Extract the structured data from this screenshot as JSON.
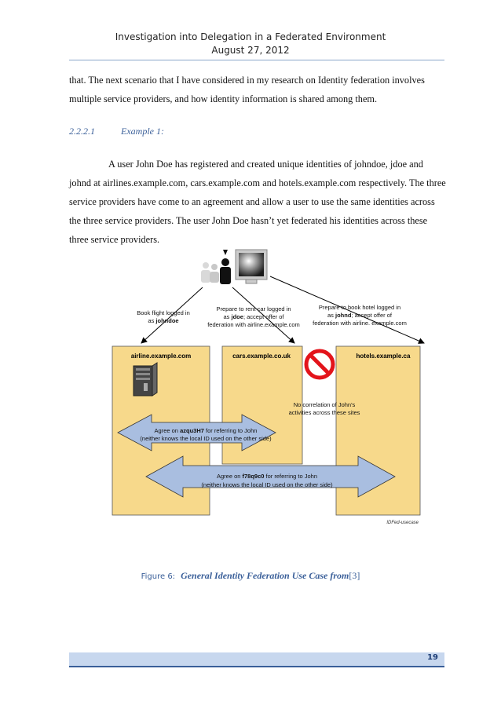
{
  "header": {
    "title": "Investigation into Delegation in a Federated Environment",
    "date": "August 27, 2012"
  },
  "body": {
    "intro": "that. The next scenario that I have considered in my research on Identity federation involves multiple service providers, and how identity information is shared among them.",
    "section_number": "2.2.2.1",
    "section_title": "Example 1:",
    "paragraph": "A user John Doe has registered and created unique identities of johndoe, jdoe and johnd at airlines.example.com, cars.example.com and hotels.example.com respectively. The three service providers have come to an agreement and allow a user to use the same identities across the three service providers. The user John Doe hasn’t yet federated his identities across these three service providers."
  },
  "diagram": {
    "note_airline_1": "Book flight logged in",
    "note_airline_2_pre": "as ",
    "note_airline_2_bold": "johndoe",
    "note_cars_1": "Prepare to rent car logged in",
    "note_cars_2_pre": "as ",
    "note_cars_2_bold": "jdoe",
    "note_cars_2_post": "; accept offer of",
    "note_cars_3": "federation with airline.example.com",
    "note_hotels_1": "Prepare to book hotel logged in",
    "note_hotels_2_pre": "as ",
    "note_hotels_2_bold": "johnd",
    "note_hotels_2_post": "; accept offer of",
    "note_hotels_3": "federation with airline. example.com",
    "box_airline": "airline.example.com",
    "box_cars": "cars.example.co.uk",
    "box_hotels": "hotels.example.ca",
    "no_corr_1": "No correlation of John's",
    "no_corr_2": "activities across these sites",
    "arrow1_1_pre": "Agree on ",
    "arrow1_1_bold": "azqu3H7",
    "arrow1_1_post": " for referring to John",
    "arrow1_2": "(neither knows the local ID used on the other side)",
    "arrow2_1_pre": "Agree on ",
    "arrow2_1_bold": "f78q9c0",
    "arrow2_1_post": " for referring to John",
    "arrow2_2": "(neither knows the local ID used on the other side)",
    "corner_label": "IDFed-usecase",
    "colors": {
      "box_fill": "#f7d98b",
      "arrow_fill": "#a9bee0",
      "prohibit": "#e3141b"
    },
    "icons": [
      "users-icon",
      "monitor-icon",
      "server-icon",
      "prohibited-icon"
    ]
  },
  "caption": {
    "label": "Figure 6:",
    "title": "General Identity Federation Use Case from",
    "ref": "[3]"
  },
  "footer": {
    "page_number": "19"
  }
}
